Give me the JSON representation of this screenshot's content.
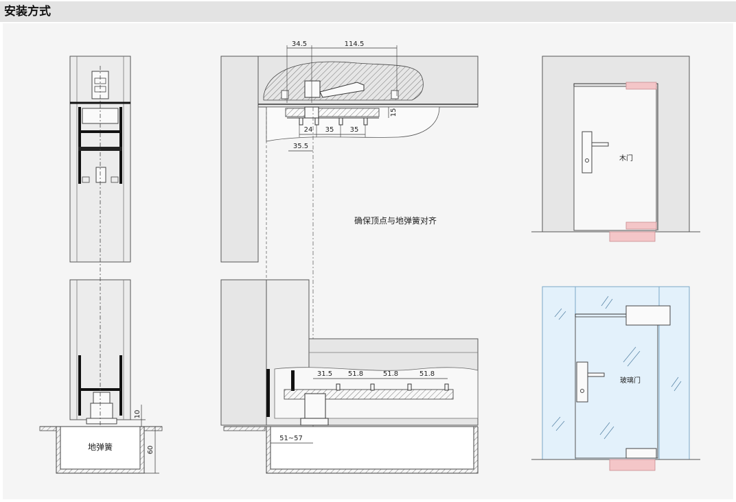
{
  "header": {
    "title": "安装方式"
  },
  "side_view": {
    "floor_spring_label": "地弹簧",
    "dim_gap": "10",
    "dim_depth": "60"
  },
  "middle_view": {
    "top_dims": [
      "34.5",
      "114.5"
    ],
    "pivot_dims": [
      "15",
      "24",
      "35",
      "35",
      "35.5"
    ],
    "note": "确保顶点与地弹簧对齐",
    "bottom_dims": [
      "31.5",
      "51.8",
      "51.8",
      "51.8"
    ],
    "offset_dim": "51~57"
  },
  "door_views": {
    "wood_label": "木门",
    "glass_label": "玻璃门"
  },
  "colors": {
    "header_bg": "#e3e3e3",
    "background": "#f5f5f5",
    "wall_fill": "#e6e6e6",
    "pivot_pink": "#f4c6c8",
    "glass_blue": "#e3f1fb"
  }
}
